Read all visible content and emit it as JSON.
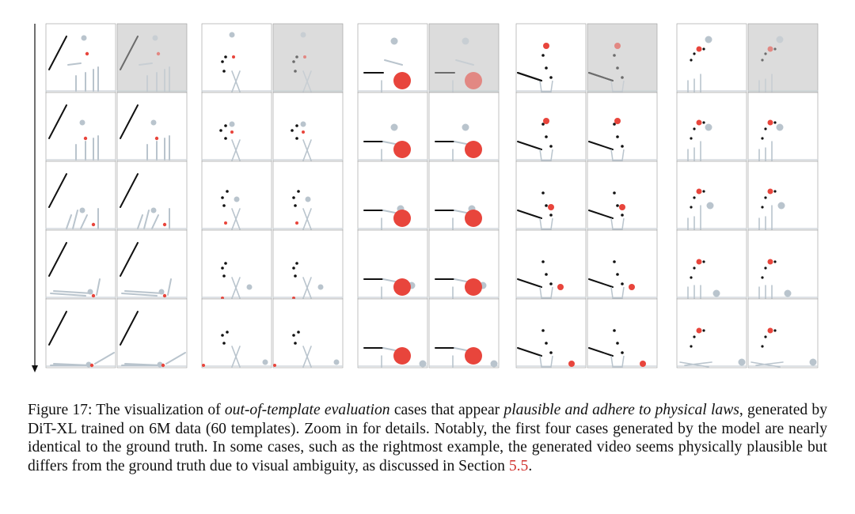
{
  "caption": {
    "figure_label": "Figure 17:",
    "t1": " The visualization of ",
    "i1": "out-of-template evaluation",
    "t2": " cases that appear ",
    "i2": "plausible and adhere to physical laws",
    "t3": ", generated by DiT-XL trained on 6M data (60 templates). Zoom in for details. Notably, the first four cases generated by the model are nearly identical to the ground truth. In some cases, such as the rightmost example, the generated video seems physically plausible but differs from the ground truth due to visual ambiguity, as discussed in Section ",
    "ref": "5.5",
    "t4": "."
  },
  "figure": {
    "num_cases": 5,
    "num_frames": 5,
    "colors": {
      "red": "#e8453c",
      "gray_object": "#b9c4cd",
      "black": "#111111",
      "first_frame_shade": "#dcdcdc",
      "frame_border": "#999999"
    }
  }
}
